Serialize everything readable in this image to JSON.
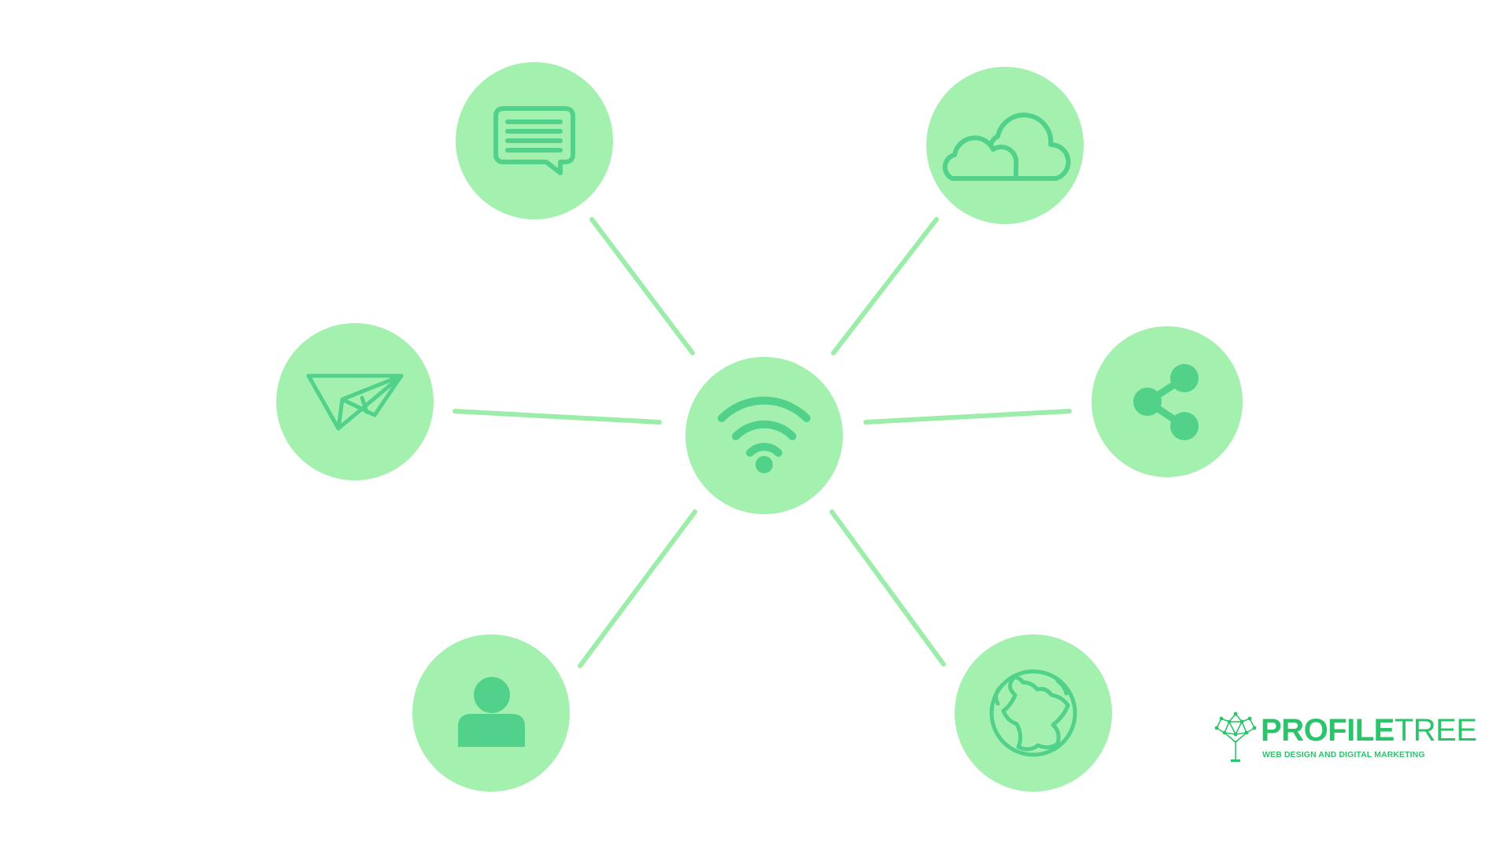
{
  "colors": {
    "background": "#ffffff",
    "node_fill": "#a3f0af",
    "icon": "#52d18a",
    "connector": "#9cecaa",
    "brand": "#2cc46b"
  },
  "diagram": {
    "center": {
      "icon": "wifi-icon"
    },
    "nodes": [
      {
        "icon": "chat-message-icon"
      },
      {
        "icon": "cloud-icon"
      },
      {
        "icon": "paper-plane-icon"
      },
      {
        "icon": "share-icon"
      },
      {
        "icon": "user-icon"
      },
      {
        "icon": "globe-icon"
      }
    ]
  },
  "logo": {
    "name_bold": "PROFILE",
    "name_light": "TREE",
    "tagline": "WEB DESIGN AND DIGITAL MARKETING"
  }
}
